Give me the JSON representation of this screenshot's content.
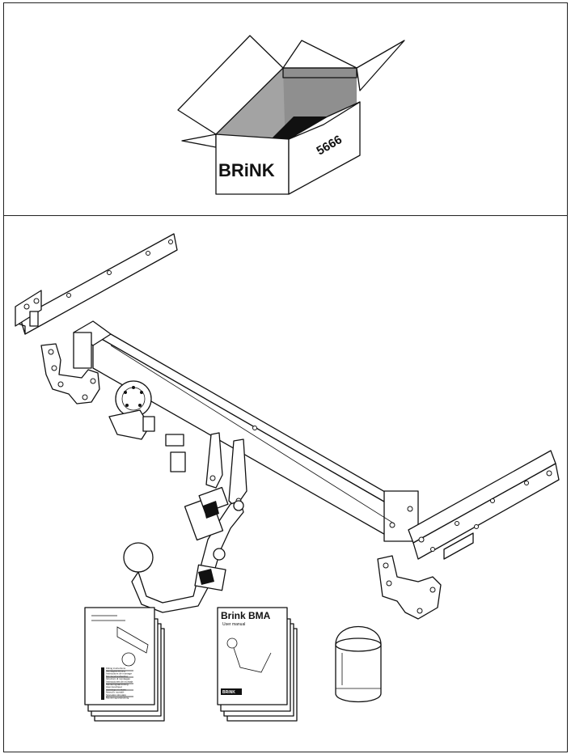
{
  "box": {
    "brand": "BRiNK",
    "number": "5666"
  },
  "manual_1": {
    "lines": [
      "Fitting instructions",
      "Montageanleitung",
      "Instructions de montage",
      "Montagehandleiding",
      "Istruzioni di montaggio",
      "Instrucciones de montaje",
      "Monteringsanvisning",
      "Asennusohjeet",
      "Instrukcja montażu",
      "Návod k montáži",
      "Szerelési útmutató",
      "Monteringsvejledning"
    ]
  },
  "manual_2": {
    "title": "Brink BMA",
    "subtitle": "User manual",
    "logo": "BRiNK"
  }
}
